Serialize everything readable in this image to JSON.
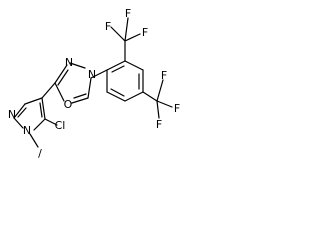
{
  "molecule": {
    "atoms": {
      "cf3_top": [
        "F",
        "F",
        "F"
      ],
      "cf3_right": [
        "F",
        "F",
        "F"
      ],
      "oxadiazole_n_upper": "N",
      "oxadiazole_n_lower": "N",
      "oxadiazole_o": "O",
      "pyrazole_n1": "N",
      "pyrazole_n2": "N",
      "chloro": "Cl",
      "methyl": "/"
    }
  }
}
